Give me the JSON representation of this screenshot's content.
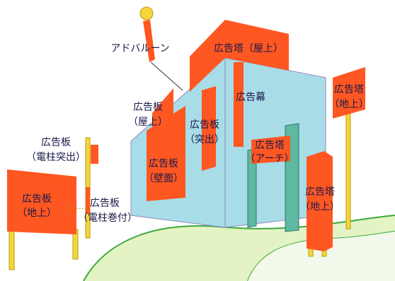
{
  "labels": {
    "ad_balloon": "アドバルーン",
    "roof_tower_1": "広告塔",
    "roof_tower_2": "（屋上）",
    "banner": "広告幕",
    "roof_board_1": "広告板",
    "roof_board_2": "（屋上）",
    "projecting_board_1": "広告板",
    "projecting_board_2": "（突出）",
    "wall_board_1": "広告板",
    "wall_board_2": "（壁面）",
    "arch_tower_1": "広告塔",
    "arch_tower_2": "（アーチ）",
    "ground_tower_right_1": "広告塔",
    "ground_tower_right_2": "（地上）",
    "ground_tower_center_1": "広告塔",
    "ground_tower_center_2": "（地上）",
    "pole_board_1": "広告板",
    "pole_board_2": "（電柱突出）",
    "ground_board_1": "広告板",
    "ground_board_2": "（地上）",
    "pole_wrap_board_1": "広告板",
    "pole_wrap_board_2": "（電柱巻付）"
  },
  "colors": {
    "sign_orange": "#ff5722",
    "building_blue": "#a8dde8",
    "building_edge": "#8a8ac0",
    "ground_green": "#e4f3c4",
    "road_green": "#3aaa3a",
    "pole_yellow": "#f5d63a",
    "arch_green": "#5fb8a0",
    "text_navy": "#1a1a4a"
  }
}
